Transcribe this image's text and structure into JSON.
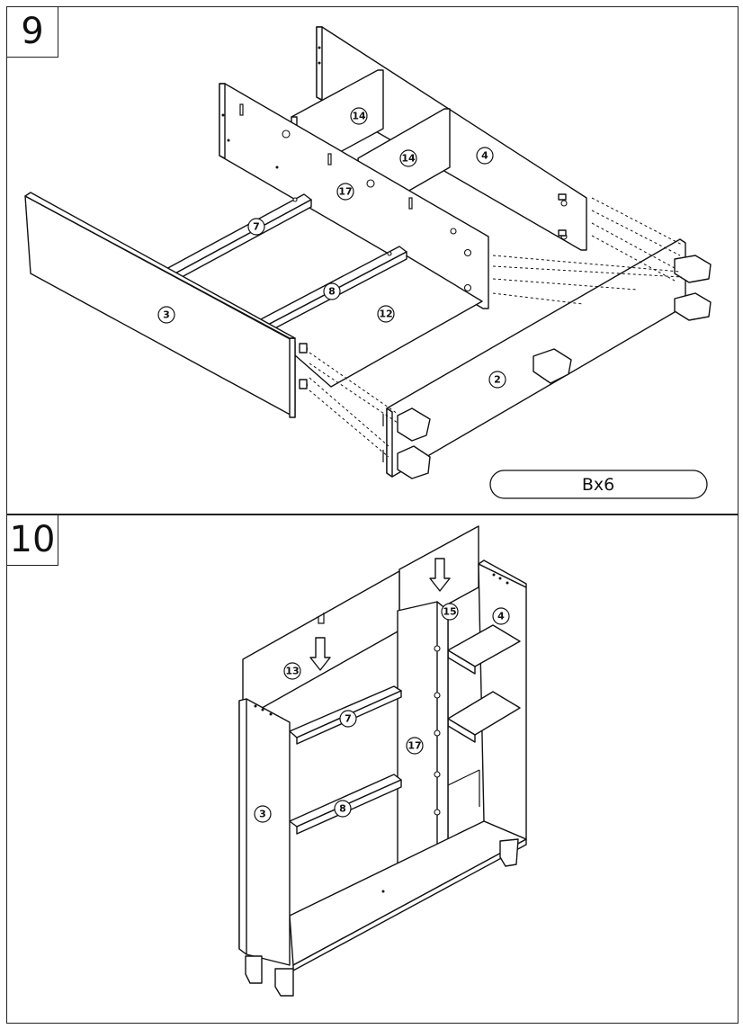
{
  "steps": [
    {
      "number": "9",
      "hardware": "Bx6",
      "parts": [
        "14",
        "14",
        "4",
        "17",
        "7",
        "8",
        "12",
        "3",
        "2"
      ]
    },
    {
      "number": "10",
      "parts": [
        "15",
        "4",
        "13",
        "7",
        "17",
        "3",
        "8"
      ]
    }
  ]
}
